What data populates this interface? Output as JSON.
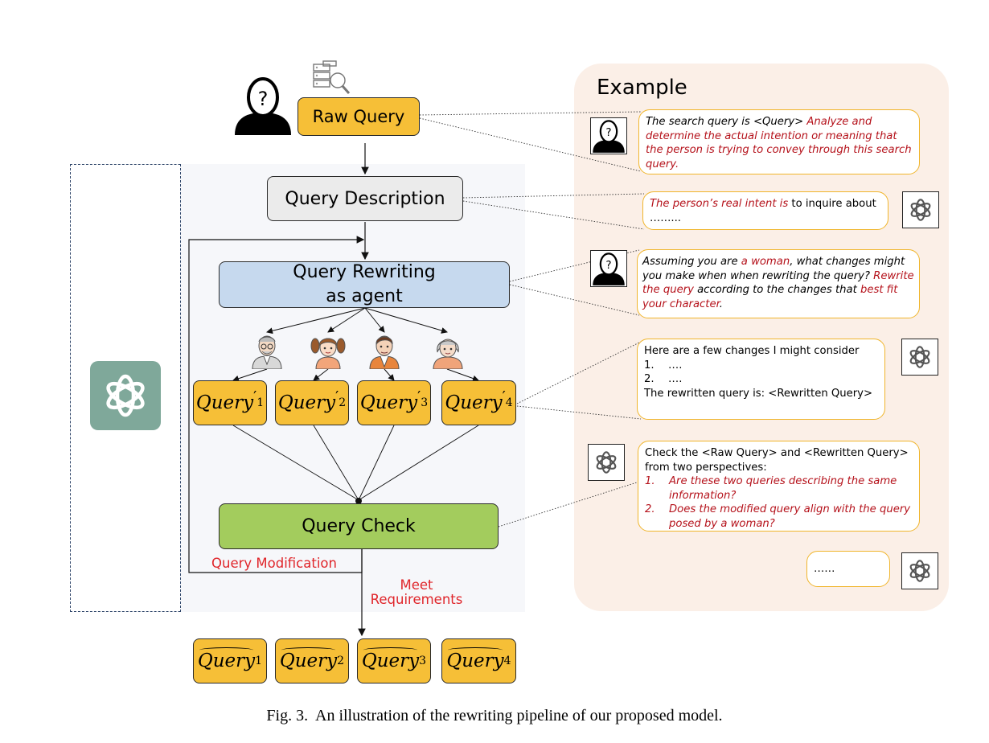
{
  "pipeline": {
    "raw_query": "Raw Query",
    "query_description": "Query Description",
    "query_rewriting_line1": "Query Rewriting",
    "query_rewriting_line2": "as agent",
    "query_check": "Query Check",
    "query_modification": "Query Modification",
    "meet_requirements_line1": "Meet",
    "meet_requirements_line2": "Requirements",
    "rewritten_queries": [
      {
        "base": "Query",
        "mark": "′",
        "sub": "1"
      },
      {
        "base": "Query",
        "mark": "′",
        "sub": "2"
      },
      {
        "base": "Query",
        "mark": "′",
        "sub": "3"
      },
      {
        "base": "Query",
        "mark": "′",
        "sub": "4"
      }
    ],
    "final_queries": [
      {
        "base": "Query",
        "sup": "1"
      },
      {
        "base": "Query",
        "sup": "2"
      },
      {
        "base": "Query",
        "sup": "3"
      },
      {
        "base": "Query",
        "sup": "4"
      }
    ]
  },
  "example": {
    "title": "Example",
    "bubble1": {
      "black": "The search query is <Query> ",
      "red": "Analyze and determine the actual intention or meaning that the person is trying to convey through this search query."
    },
    "bubble2": {
      "red": "The person’s real intent is",
      "black": " to inquire about ……..."
    },
    "bubble3": {
      "p1": "Assuming you are ",
      "p2": "a woman",
      "p3": ", what changes might you make when when rewriting the query? ",
      "p4": "Rewrite the query",
      "p5": " according to the changes that ",
      "p6": "best fit your character",
      "p7": "."
    },
    "bubble4": {
      "line1": "Here are a few changes I might consider",
      "items": [
        {
          "num": "1.",
          "text": "…."
        },
        {
          "num": "2.",
          "text": "…."
        }
      ],
      "line_last": "The rewritten query is: <Rewritten Query>"
    },
    "bubble5": {
      "intro": "Check the <Raw Query> and <Rewritten Query> from two perspectives:",
      "items": [
        {
          "num": "1.",
          "text": "Are these two queries describing the same information?"
        },
        {
          "num": "2.",
          "text": "Does the modified query align with the query posed by a woman?"
        }
      ]
    },
    "bubble6": "……"
  },
  "caption": "Fig. 3.  An illustration of the rewriting pipeline of our proposed model.",
  "colors": {
    "box_orange": "#f6bf37",
    "box_gray": "#ebebeb",
    "box_blue": "#c6d9ee",
    "box_green": "#a3cc5d",
    "panel_bg": "#fbefe7",
    "gpt_tile": "#7fa89a",
    "accent_red": "#b5121b",
    "label_red": "#e0262b"
  },
  "icons": [
    "user-icon",
    "database-search-icon",
    "openai-logo-icon",
    "elderly-man-icon",
    "girl-icon",
    "man-icon",
    "elderly-woman-icon"
  ]
}
